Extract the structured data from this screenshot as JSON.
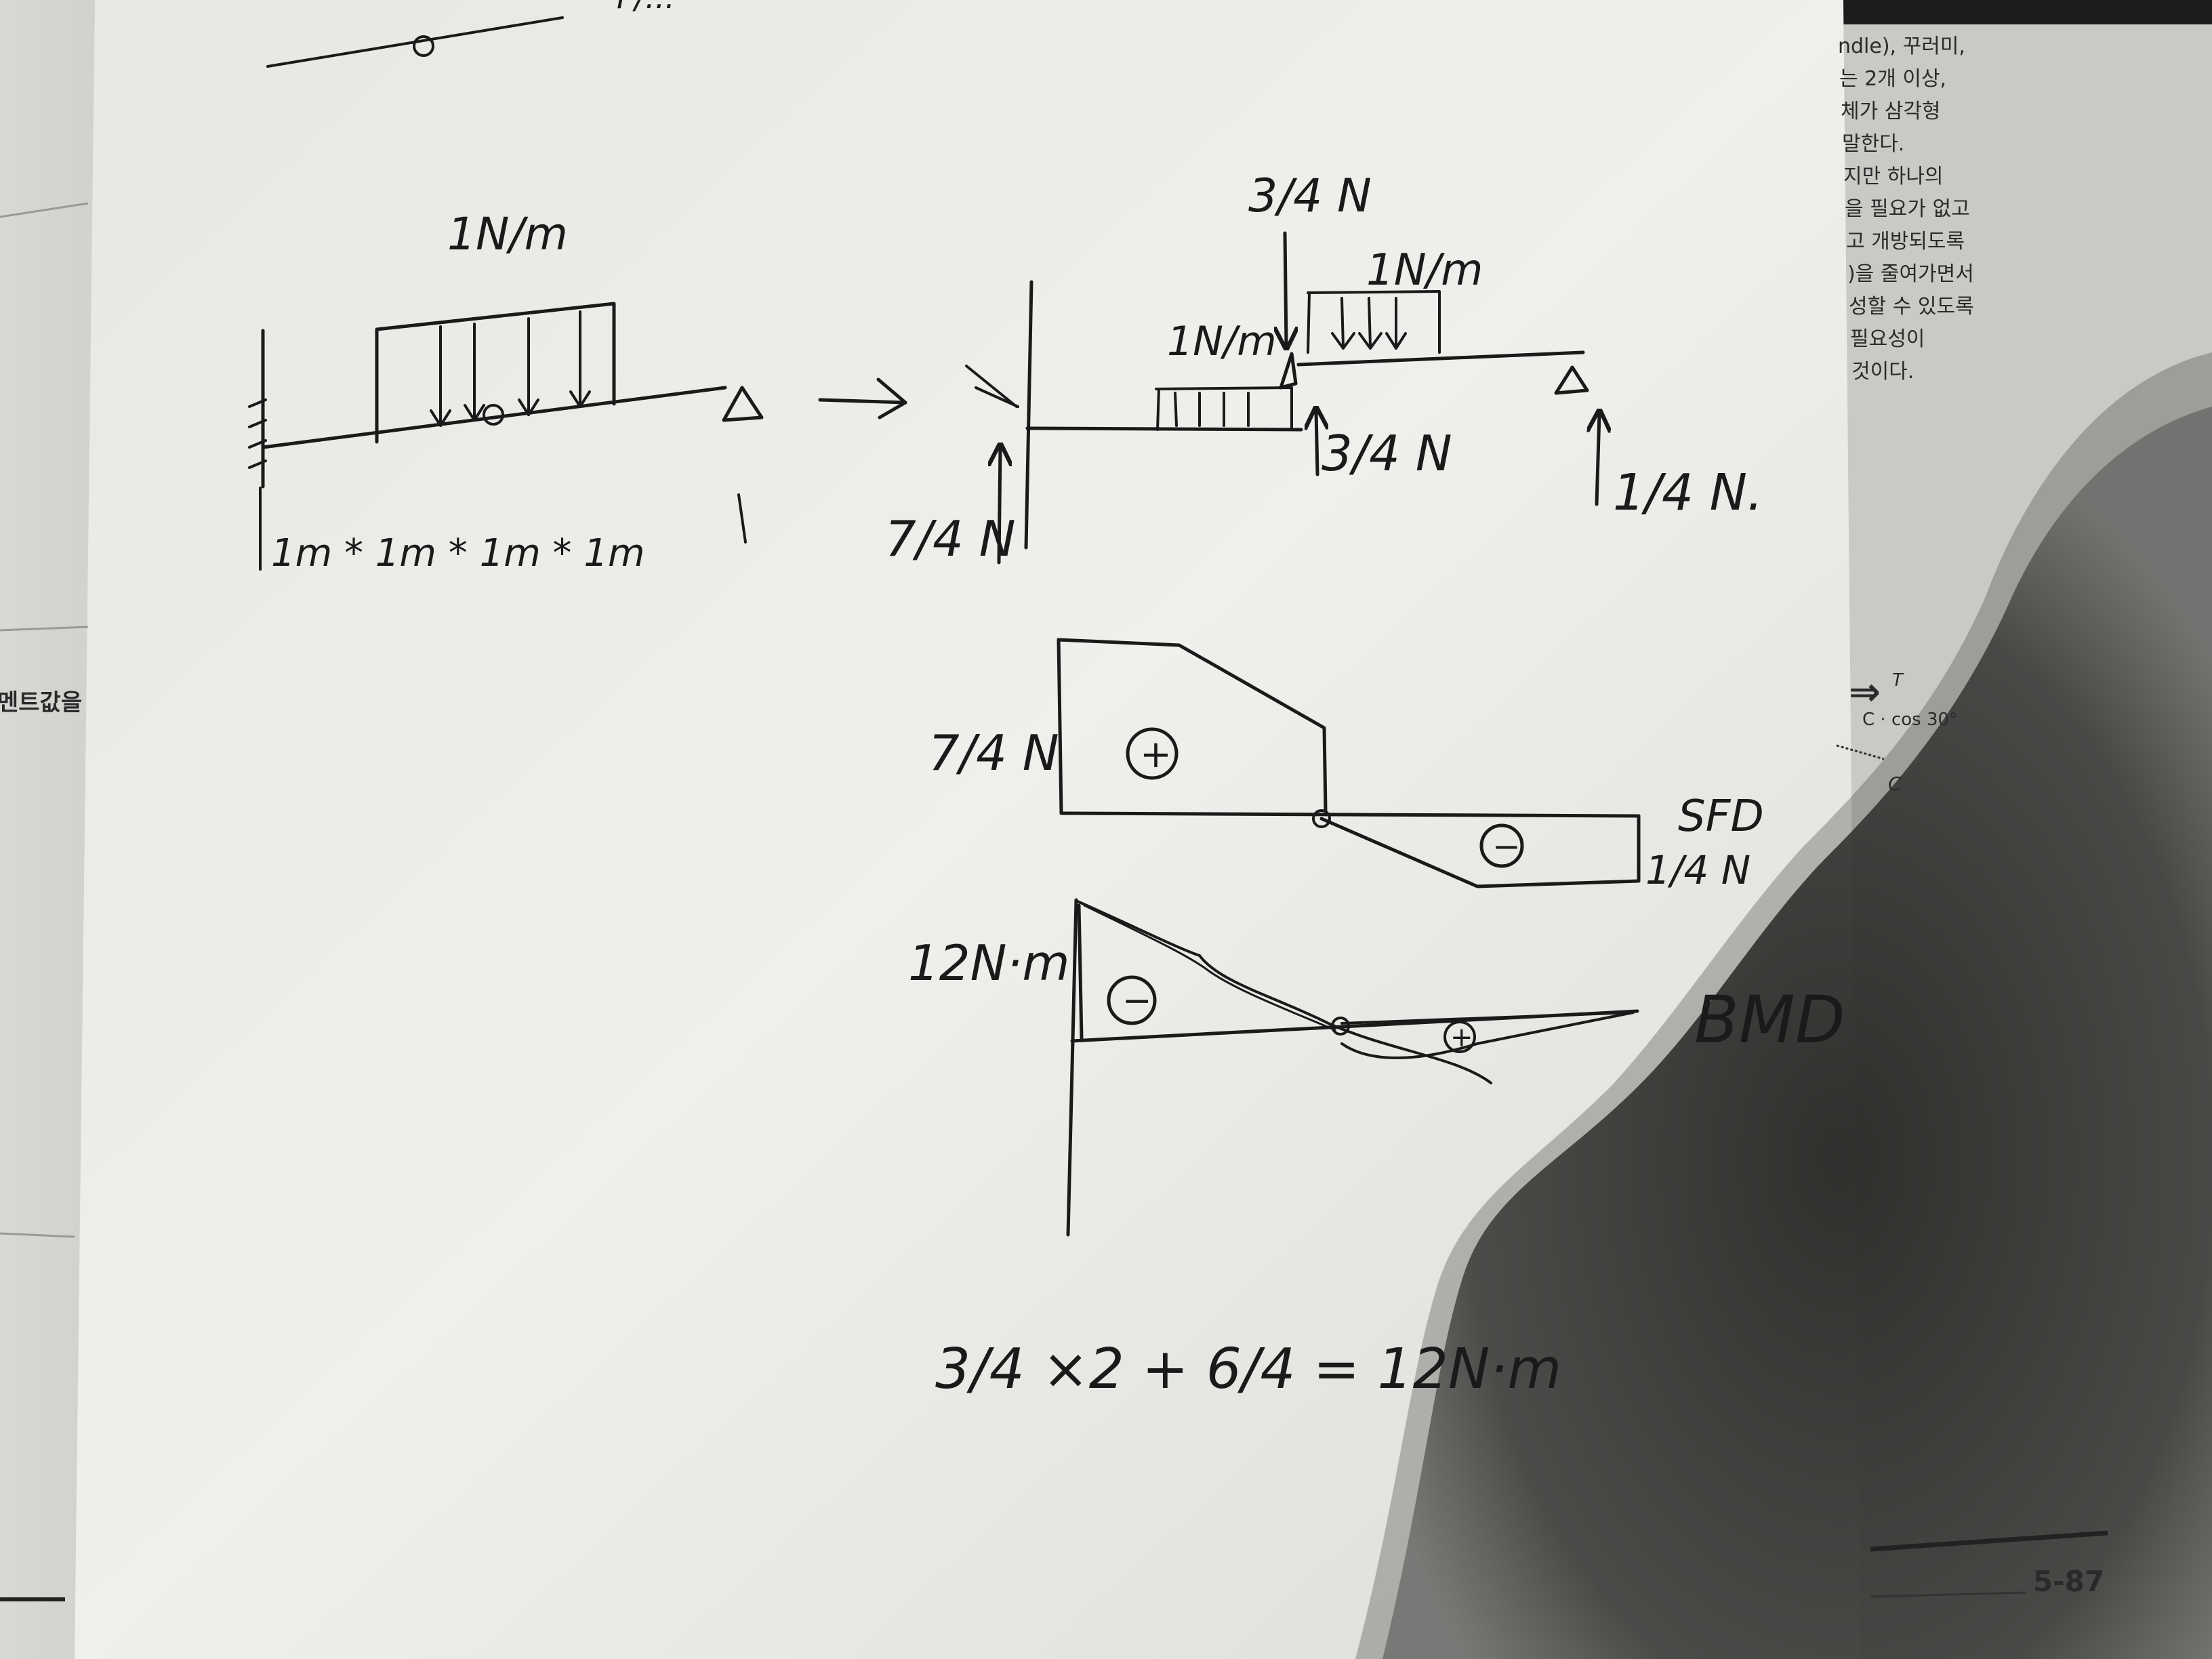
{
  "photo": {
    "left_page_text": "멘트값을",
    "right_page_lines": [
      "ndle), 꾸러미,",
      "는 2개 이상,",
      "체가 삼각형",
      "말한다.",
      "지만 하나의",
      "을 필요가 없고",
      "고 개방되도록",
      ")을 줄여가면서",
      "성할 수 있도록",
      "필요성이",
      "것이다."
    ],
    "right_page_figure": {
      "t_label": "T",
      "cos_label": "C · cos 30°",
      "c_label": "C"
    },
    "page_number": "5-87"
  },
  "handwriting": {
    "top_fragment": "F/...",
    "beam1": {
      "load_label": "1N/m",
      "dimension_label": "1m * 1m * 1m * 1m"
    },
    "beam2": {
      "point_load": "3/4 N",
      "left_dist_load": "1N/m",
      "right_dist_load": "1N/m",
      "left_reaction": "7/4 N",
      "middle_reaction": "3/4 N",
      "right_reaction": "1/4 N."
    },
    "sfd": {
      "left_value": "7/4 N",
      "right_value": "1/4 N",
      "title": "SFD",
      "positive_sign": "+",
      "negative_sign": "−"
    },
    "bmd": {
      "value": "12N·m",
      "title": "BMD",
      "negative_sign": "−",
      "positive_sign": "+"
    },
    "equation": "3/4 ×2 + 6/4 = 12N·m"
  },
  "colors": {
    "paper": "#eeeeeb",
    "ink": "#1a1a1a",
    "shadow": "#2e2e2c",
    "page_edge_dark": "#1c1c1c"
  }
}
